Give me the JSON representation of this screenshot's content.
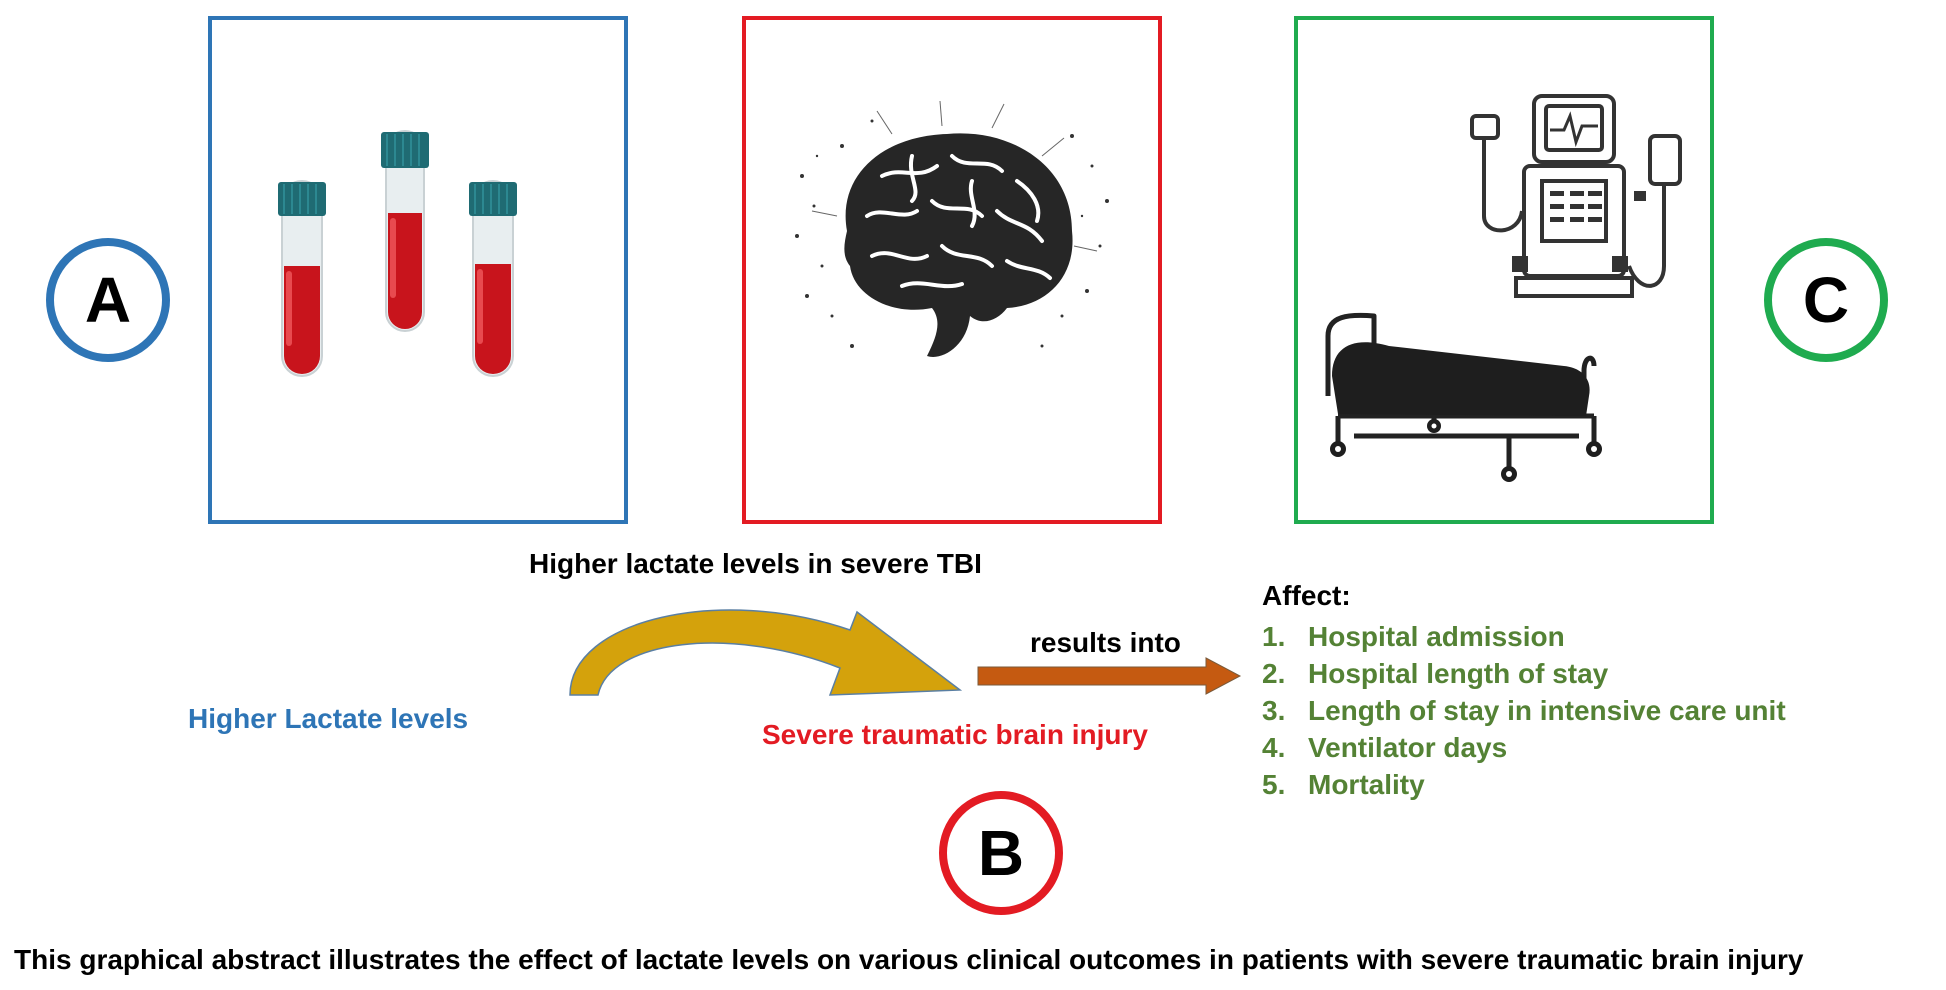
{
  "colors": {
    "panel_a": "#2e75b6",
    "panel_b": "#e31b23",
    "panel_c": "#1fab4f",
    "outcome_green": "#548235",
    "curve_arrow": "#d4a20c",
    "straight_arrow": "#c55a11"
  },
  "panels": {
    "a": {
      "letter": "A",
      "icon": "blood-tubes-icon"
    },
    "b": {
      "letter": "B",
      "icon": "brain-icon"
    },
    "c": {
      "letter": "C",
      "icons": [
        "ventilator-icon",
        "hospital-bed-icon"
      ]
    }
  },
  "flow": {
    "top_label": "Higher lactate levels in severe TBI",
    "source_label": "Higher Lactate levels",
    "target_label": "Severe traumatic brain injury",
    "arrow_label": "results into"
  },
  "affect": {
    "heading": "Affect:",
    "items": [
      {
        "num": "1.",
        "text": "Hospital admission"
      },
      {
        "num": "2.",
        "text": "Hospital length of stay"
      },
      {
        "num": "3.",
        "text": "Length of stay in intensive care unit"
      },
      {
        "num": "4.",
        "text": "Ventilator days"
      },
      {
        "num": "5.",
        "text": "Mortality"
      }
    ]
  },
  "caption": "This graphical abstract illustrates the effect of lactate levels on various clinical outcomes in patients with severe traumatic brain injury"
}
